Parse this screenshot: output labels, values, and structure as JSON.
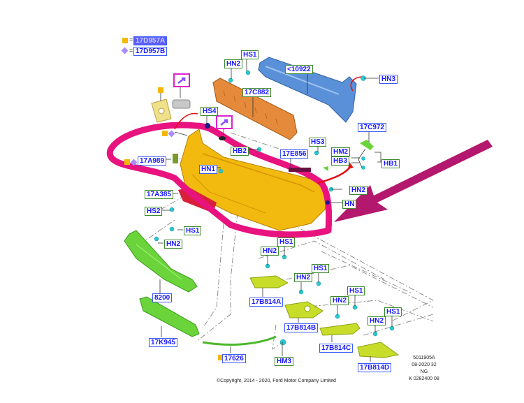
{
  "legend": [
    {
      "symbol": "square",
      "color": "#f5b800",
      "code": "17D957A"
    },
    {
      "symbol": "diamond",
      "color": "#a98bff",
      "code": "17D957B"
    }
  ],
  "labels": {
    "p10922": "<10922",
    "p17C882": "17C882",
    "p17C972": "17C972",
    "p17E856": "17E856",
    "p17A989": "17A989",
    "p17A385": "17A385",
    "p8200": "8200",
    "p17K945": "17K945",
    "p17626": "17626",
    "p17B814A": "17B814A",
    "p17B814B": "17B814B",
    "p17B814C": "17B814C",
    "p17B814D": "17B814D",
    "hs1": "HS1",
    "hn2": "HN2",
    "hn3": "HN3",
    "hs4": "HS4",
    "hb2": "HB2",
    "hn1": "HN1",
    "hs3": "HS3",
    "hm2": "HM2",
    "hb3": "HB3",
    "hb1": "HB1",
    "hs2": "HS2",
    "hm3": "HM3",
    "hn_partial": "HN"
  },
  "meta": {
    "illustration_id": "5011905A",
    "date": "08-2020 32",
    "code": "NG",
    "ref": "K 0282400 08"
  },
  "copyright": "©Copyright, 2014 - 2020, Ford Motor Company Limited",
  "colors": {
    "highlight_loop": "#e8137f",
    "arrow": "#b3186e",
    "bumper_cover": "#f2b90f",
    "reinforcement": "#5a90d8",
    "absorber": "#e48a3a",
    "grille": "#6bd43a",
    "bezel": "#c8dc2a",
    "fastener": "#28c8d0"
  }
}
